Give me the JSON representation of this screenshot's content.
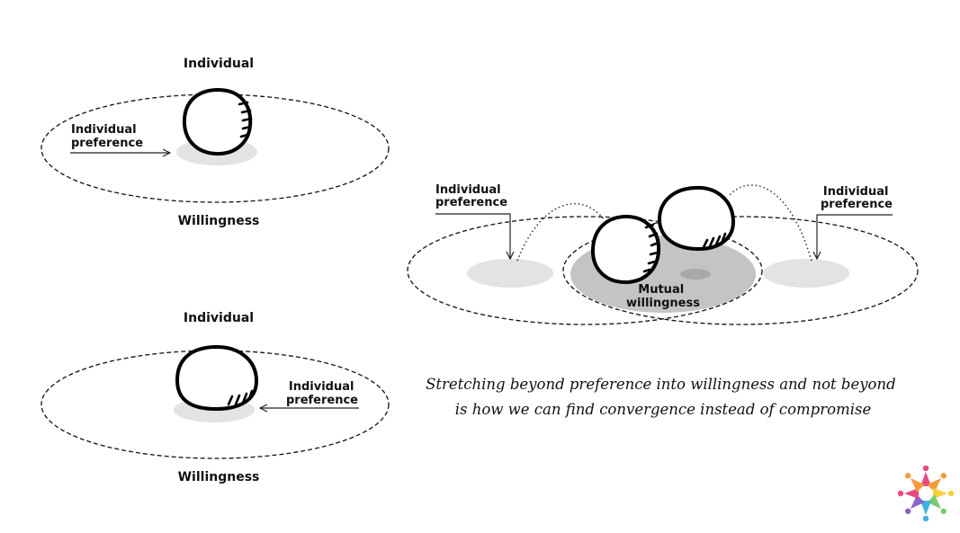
{
  "panel_top": {
    "top_label": "Individual",
    "pref_label": [
      "Individual",
      "preference"
    ],
    "bottom_label": "Willingness"
  },
  "panel_bottom": {
    "top_label": "Individual",
    "pref_label": [
      "Individual",
      "preference"
    ],
    "bottom_label": "Willingness"
  },
  "panel_right": {
    "left_pref_label": [
      "Individual",
      "preference"
    ],
    "right_pref_label": [
      "Individual",
      "preference"
    ],
    "mutual_label": [
      "Mutual",
      "willingness"
    ]
  },
  "caption": [
    "Stretching beyond preference into willingness and not beyond",
    "is how we can find convergence instead of compromise"
  ],
  "colors": {
    "preference_shadow": "#e3e3e3",
    "mutual_area": "#c4c4c4",
    "logo_colors": [
      "#e84a7f",
      "#f39a3a",
      "#f7d23a",
      "#7bc96f",
      "#3fb3d9",
      "#8a63c9"
    ]
  },
  "icons": [
    "ball-icon",
    "arrow-icon",
    "logo-icon"
  ]
}
